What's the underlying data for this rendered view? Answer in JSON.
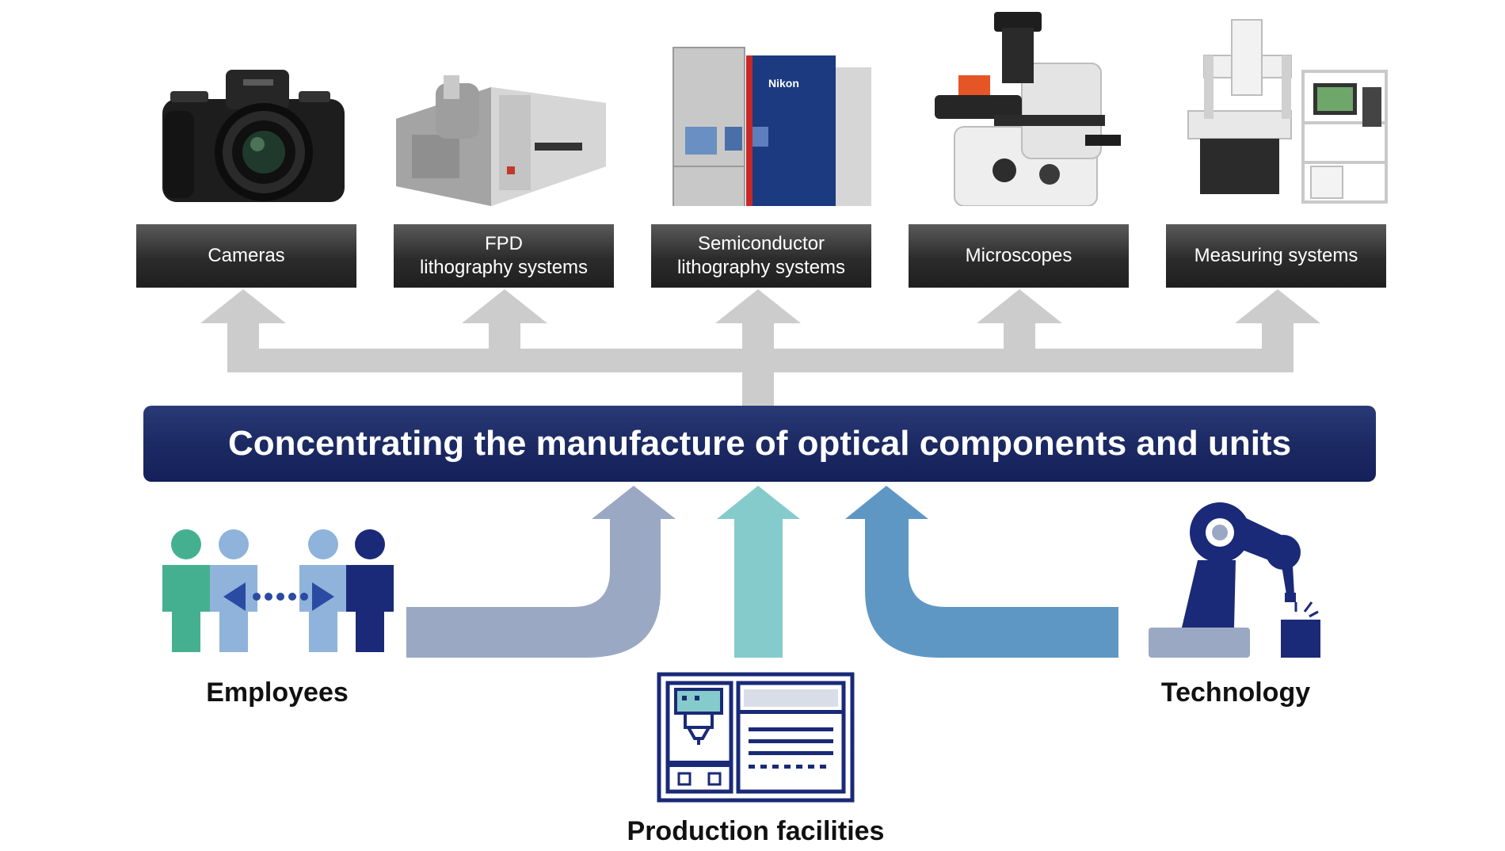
{
  "products": [
    {
      "label": "Cameras",
      "photo_icon": "camera-icon"
    },
    {
      "label": "FPD\nlithography systems",
      "photo_icon": "fpd-lithography-system-icon"
    },
    {
      "label": "Semiconductor\nlithography systems",
      "photo_icon": "semiconductor-lithography-system-icon"
    },
    {
      "label": "Microscopes",
      "photo_icon": "microscope-icon"
    },
    {
      "label": "Measuring systems",
      "photo_icon": "measuring-system-icon"
    }
  ],
  "banner": {
    "text": "Concentrating the manufacture of optical components and units"
  },
  "inputs": {
    "employees": "Employees",
    "production": "Production facilities",
    "technology": "Technology"
  },
  "colors": {
    "label_box": "#2b2b2b",
    "banner": "#1c2a63",
    "output_arrows": "#cccccc",
    "employees_arrow": "#9ba8c4",
    "production_arrow": "#86cbcb",
    "technology_arrow": "#5f97c4",
    "person_green": "#45b08f",
    "person_light_blue": "#8fb3da",
    "person_navy": "#1a2a78"
  }
}
